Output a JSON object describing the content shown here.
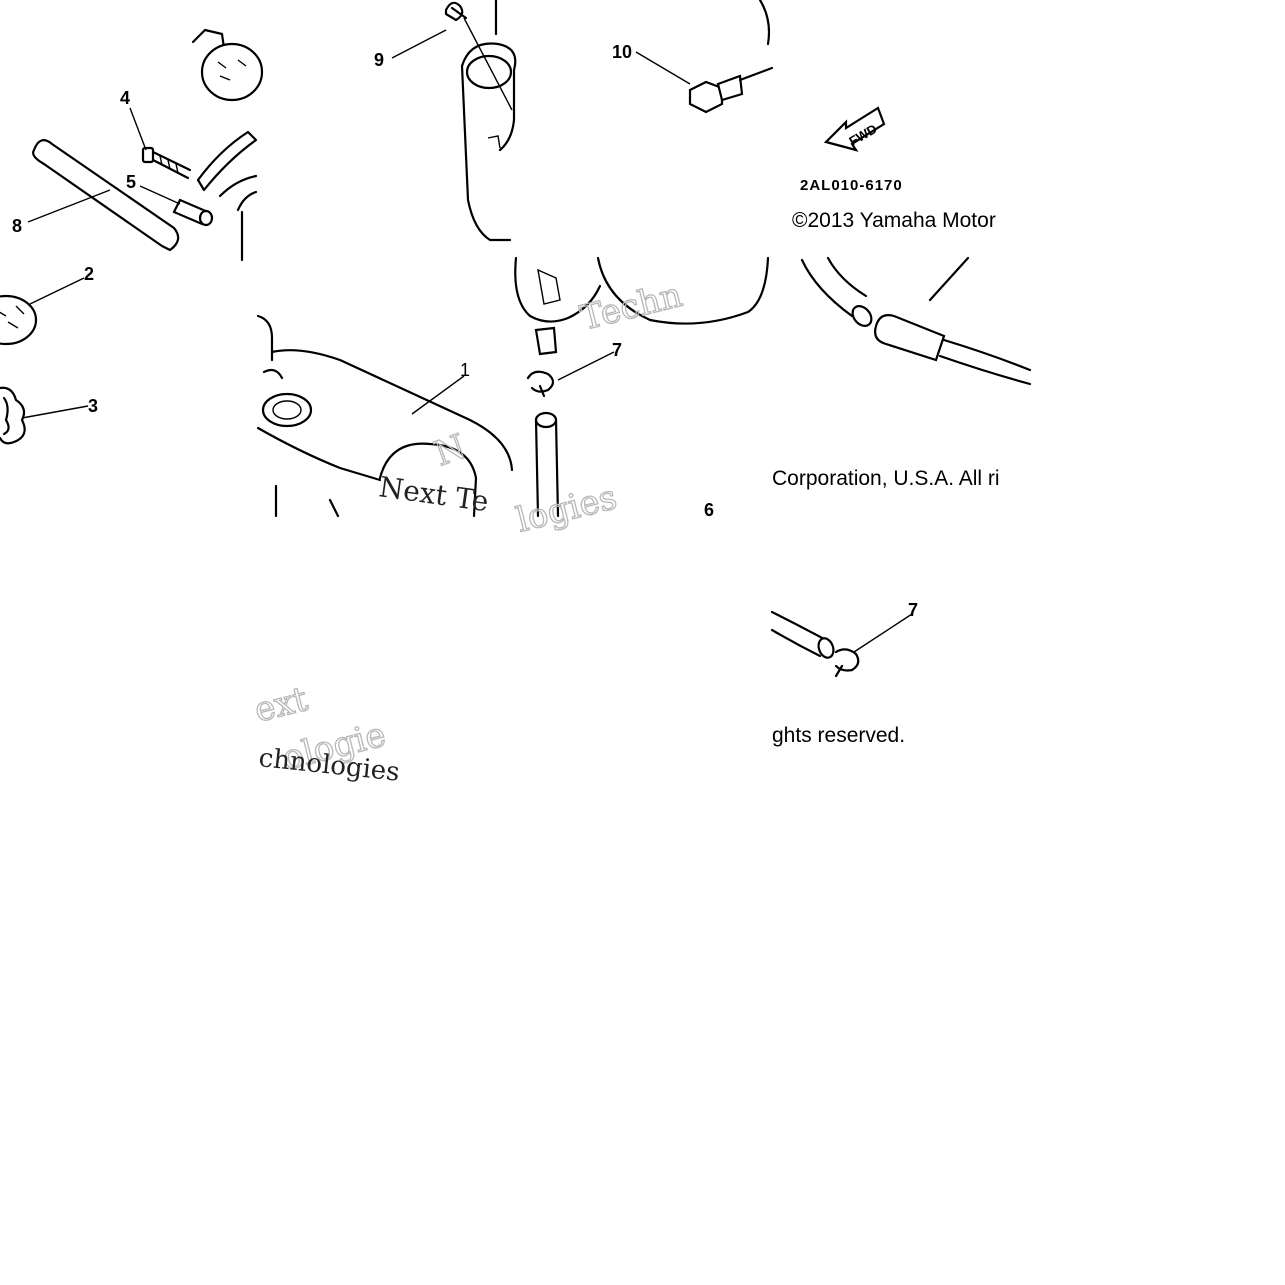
{
  "diagram": {
    "callouts": [
      {
        "id": "9",
        "label": "9"
      },
      {
        "id": "10",
        "label": "10"
      },
      {
        "id": "4",
        "label": "4"
      },
      {
        "id": "5",
        "label": "5"
      },
      {
        "id": "8",
        "label": "8"
      },
      {
        "id": "2",
        "label": "2"
      },
      {
        "id": "3",
        "label": "3"
      },
      {
        "id": "1",
        "label": "1"
      },
      {
        "id": "7a",
        "label": "7"
      },
      {
        "id": "6",
        "label": "6"
      },
      {
        "id": "7b",
        "label": "7"
      }
    ],
    "part_code": "2AL010-6170",
    "fwd_label": "FWD",
    "copyright_line1": "©2013 Yamaha Motor",
    "copyright_line2": "Corporation, U.S.A. All ri",
    "copyright_line3": "ghts reserved.",
    "watermarks": {
      "w1": "Techn",
      "w2": "Next Te",
      "w3": "logies",
      "w4": "ext",
      "w5": "ologie",
      "w6": "chnologies",
      "w7": "N"
    }
  },
  "colors": {
    "line": "#000000",
    "watermark": "#b8b8b8",
    "background": "#ffffff"
  }
}
